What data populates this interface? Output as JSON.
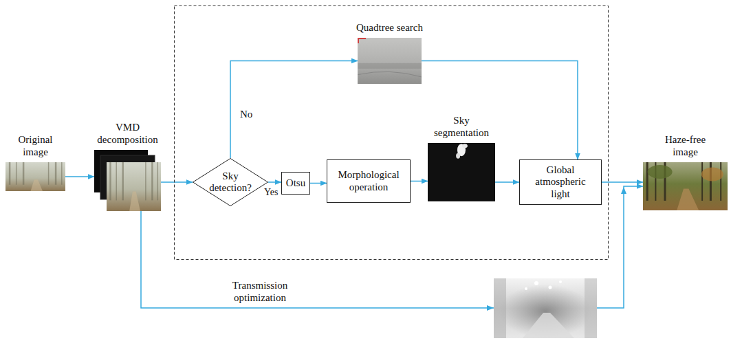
{
  "diagram": {
    "nodes": [
      {
        "text": [
          "Original image"
        ]
      },
      {
        "text": [
          "VMD decomposition"
        ]
      },
      {
        "text": [
          "Sky detection?"
        ]
      },
      {
        "text": [
          "Otsu"
        ]
      },
      {
        "text": [
          "Morphological operation"
        ]
      },
      {
        "text": [
          "Sky segmentation"
        ]
      },
      {
        "text": [
          "Quadtree search"
        ]
      },
      {
        "text": [
          "Global atmospheric light"
        ]
      },
      {
        "text": [
          "Haze-free image"
        ]
      }
    ],
    "edges": [
      {
        "from": 0,
        "to": 1,
        "arrow": "to"
      },
      {
        "from": 1,
        "to": 2,
        "arrow": "to"
      },
      {
        "from": 2,
        "to": 6,
        "label": "No",
        "arrow": "to"
      },
      {
        "from": 2,
        "to": 3,
        "label": "Yes",
        "arrow": "to"
      },
      {
        "from": 3,
        "to": 4,
        "arrow": "to"
      },
      {
        "from": 4,
        "to": 5,
        "arrow": "to"
      },
      {
        "from": 5,
        "to": 7,
        "arrow": "to"
      },
      {
        "from": 6,
        "to": 7,
        "arrow": "to"
      },
      {
        "from": 7,
        "to": 8,
        "arrow": "to"
      },
      {
        "from": 1,
        "to": 8,
        "label": "Transmission optimization",
        "arrow": "to"
      }
    ]
  }
}
